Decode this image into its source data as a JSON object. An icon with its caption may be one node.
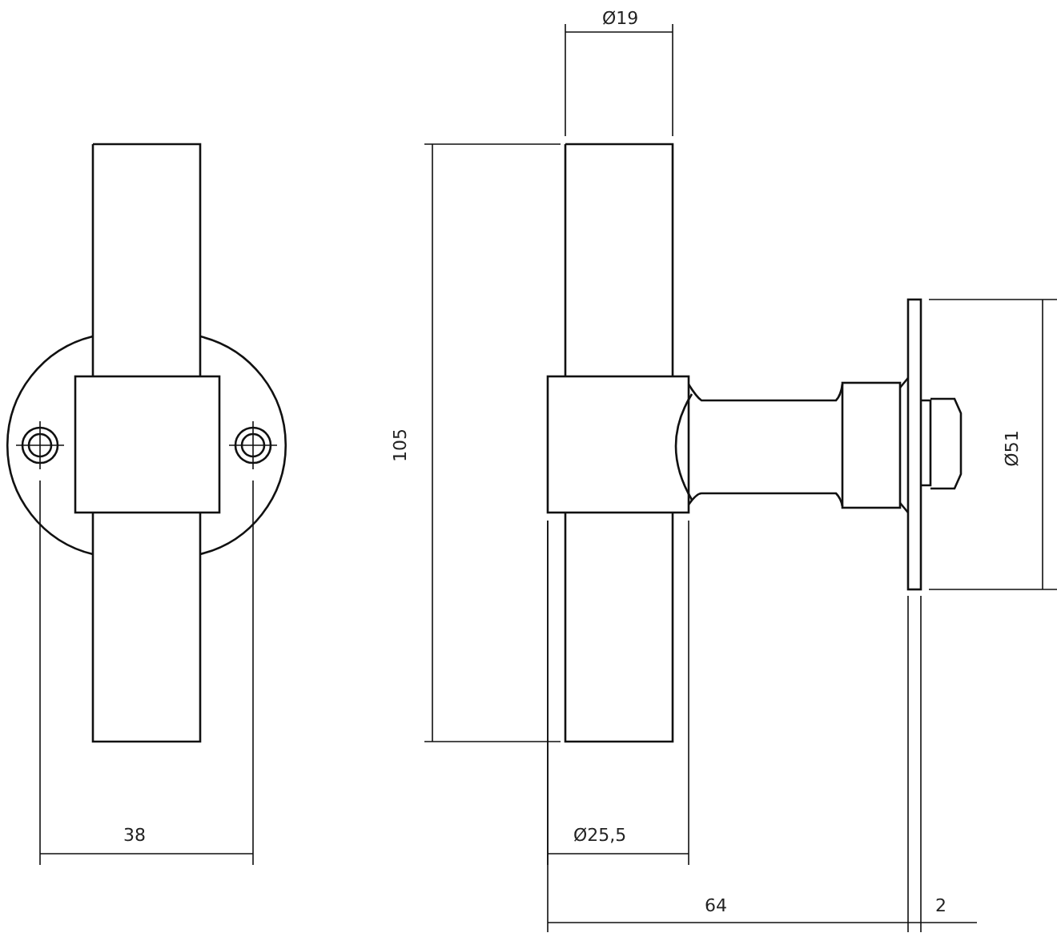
{
  "diagram": {
    "labels": [
      "Ø19",
      "105",
      "Ø51",
      "38",
      "Ø25,5",
      "64",
      "2"
    ]
  }
}
